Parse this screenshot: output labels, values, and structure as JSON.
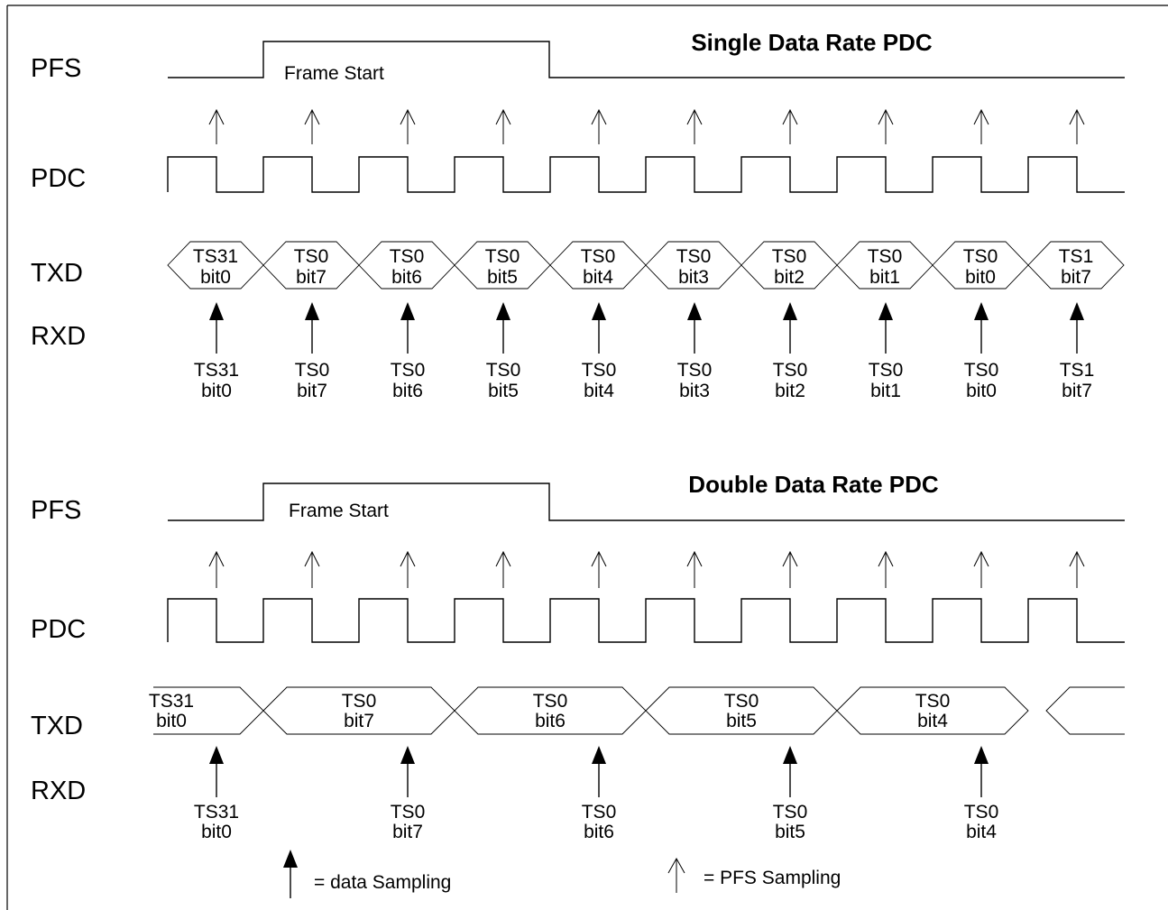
{
  "single": {
    "title": "Single Data Rate PDC",
    "frame_start": "Frame Start",
    "signals": {
      "pfs": "PFS",
      "pdc": "PDC",
      "txd": "TXD",
      "rxd": "RXD"
    },
    "txd_cells": [
      {
        "top": "TS31",
        "bottom": "bit0"
      },
      {
        "top": "TS0",
        "bottom": "bit7"
      },
      {
        "top": "TS0",
        "bottom": "bit6"
      },
      {
        "top": "TS0",
        "bottom": "bit5"
      },
      {
        "top": "TS0",
        "bottom": "bit4"
      },
      {
        "top": "TS0",
        "bottom": "bit3"
      },
      {
        "top": "TS0",
        "bottom": "bit2"
      },
      {
        "top": "TS0",
        "bottom": "bit1"
      },
      {
        "top": "TS0",
        "bottom": "bit0"
      },
      {
        "top": "TS1",
        "bottom": "bit7"
      }
    ],
    "rxd_labels": [
      {
        "top": "TS31",
        "bottom": "bit0"
      },
      {
        "top": "TS0",
        "bottom": "bit7"
      },
      {
        "top": "TS0",
        "bottom": "bit6"
      },
      {
        "top": "TS0",
        "bottom": "bit5"
      },
      {
        "top": "TS0",
        "bottom": "bit4"
      },
      {
        "top": "TS0",
        "bottom": "bit3"
      },
      {
        "top": "TS0",
        "bottom": "bit2"
      },
      {
        "top": "TS0",
        "bottom": "bit1"
      },
      {
        "top": "TS0",
        "bottom": "bit0"
      },
      {
        "top": "TS1",
        "bottom": "bit7"
      }
    ]
  },
  "double": {
    "title": "Double Data Rate PDC",
    "frame_start": "Frame Start",
    "signals": {
      "pfs": "PFS",
      "pdc": "PDC",
      "txd": "TXD",
      "rxd": "RXD"
    },
    "txd_cells": [
      {
        "top": "TS31",
        "bottom": "bit0"
      },
      {
        "top": "TS0",
        "bottom": "bit7"
      },
      {
        "top": "TS0",
        "bottom": "bit6"
      },
      {
        "top": "TS0",
        "bottom": "bit5"
      },
      {
        "top": "TS0",
        "bottom": "bit4"
      }
    ],
    "rxd_labels": [
      {
        "top": "TS31",
        "bottom": "bit0"
      },
      {
        "top": "TS0",
        "bottom": "bit7"
      },
      {
        "top": "TS0",
        "bottom": "bit6"
      },
      {
        "top": "TS0",
        "bottom": "bit5"
      },
      {
        "top": "TS0",
        "bottom": "bit4"
      }
    ]
  },
  "legend": {
    "data_sampling": "= data Sampling",
    "pfs_sampling": "= PFS Sampling"
  }
}
